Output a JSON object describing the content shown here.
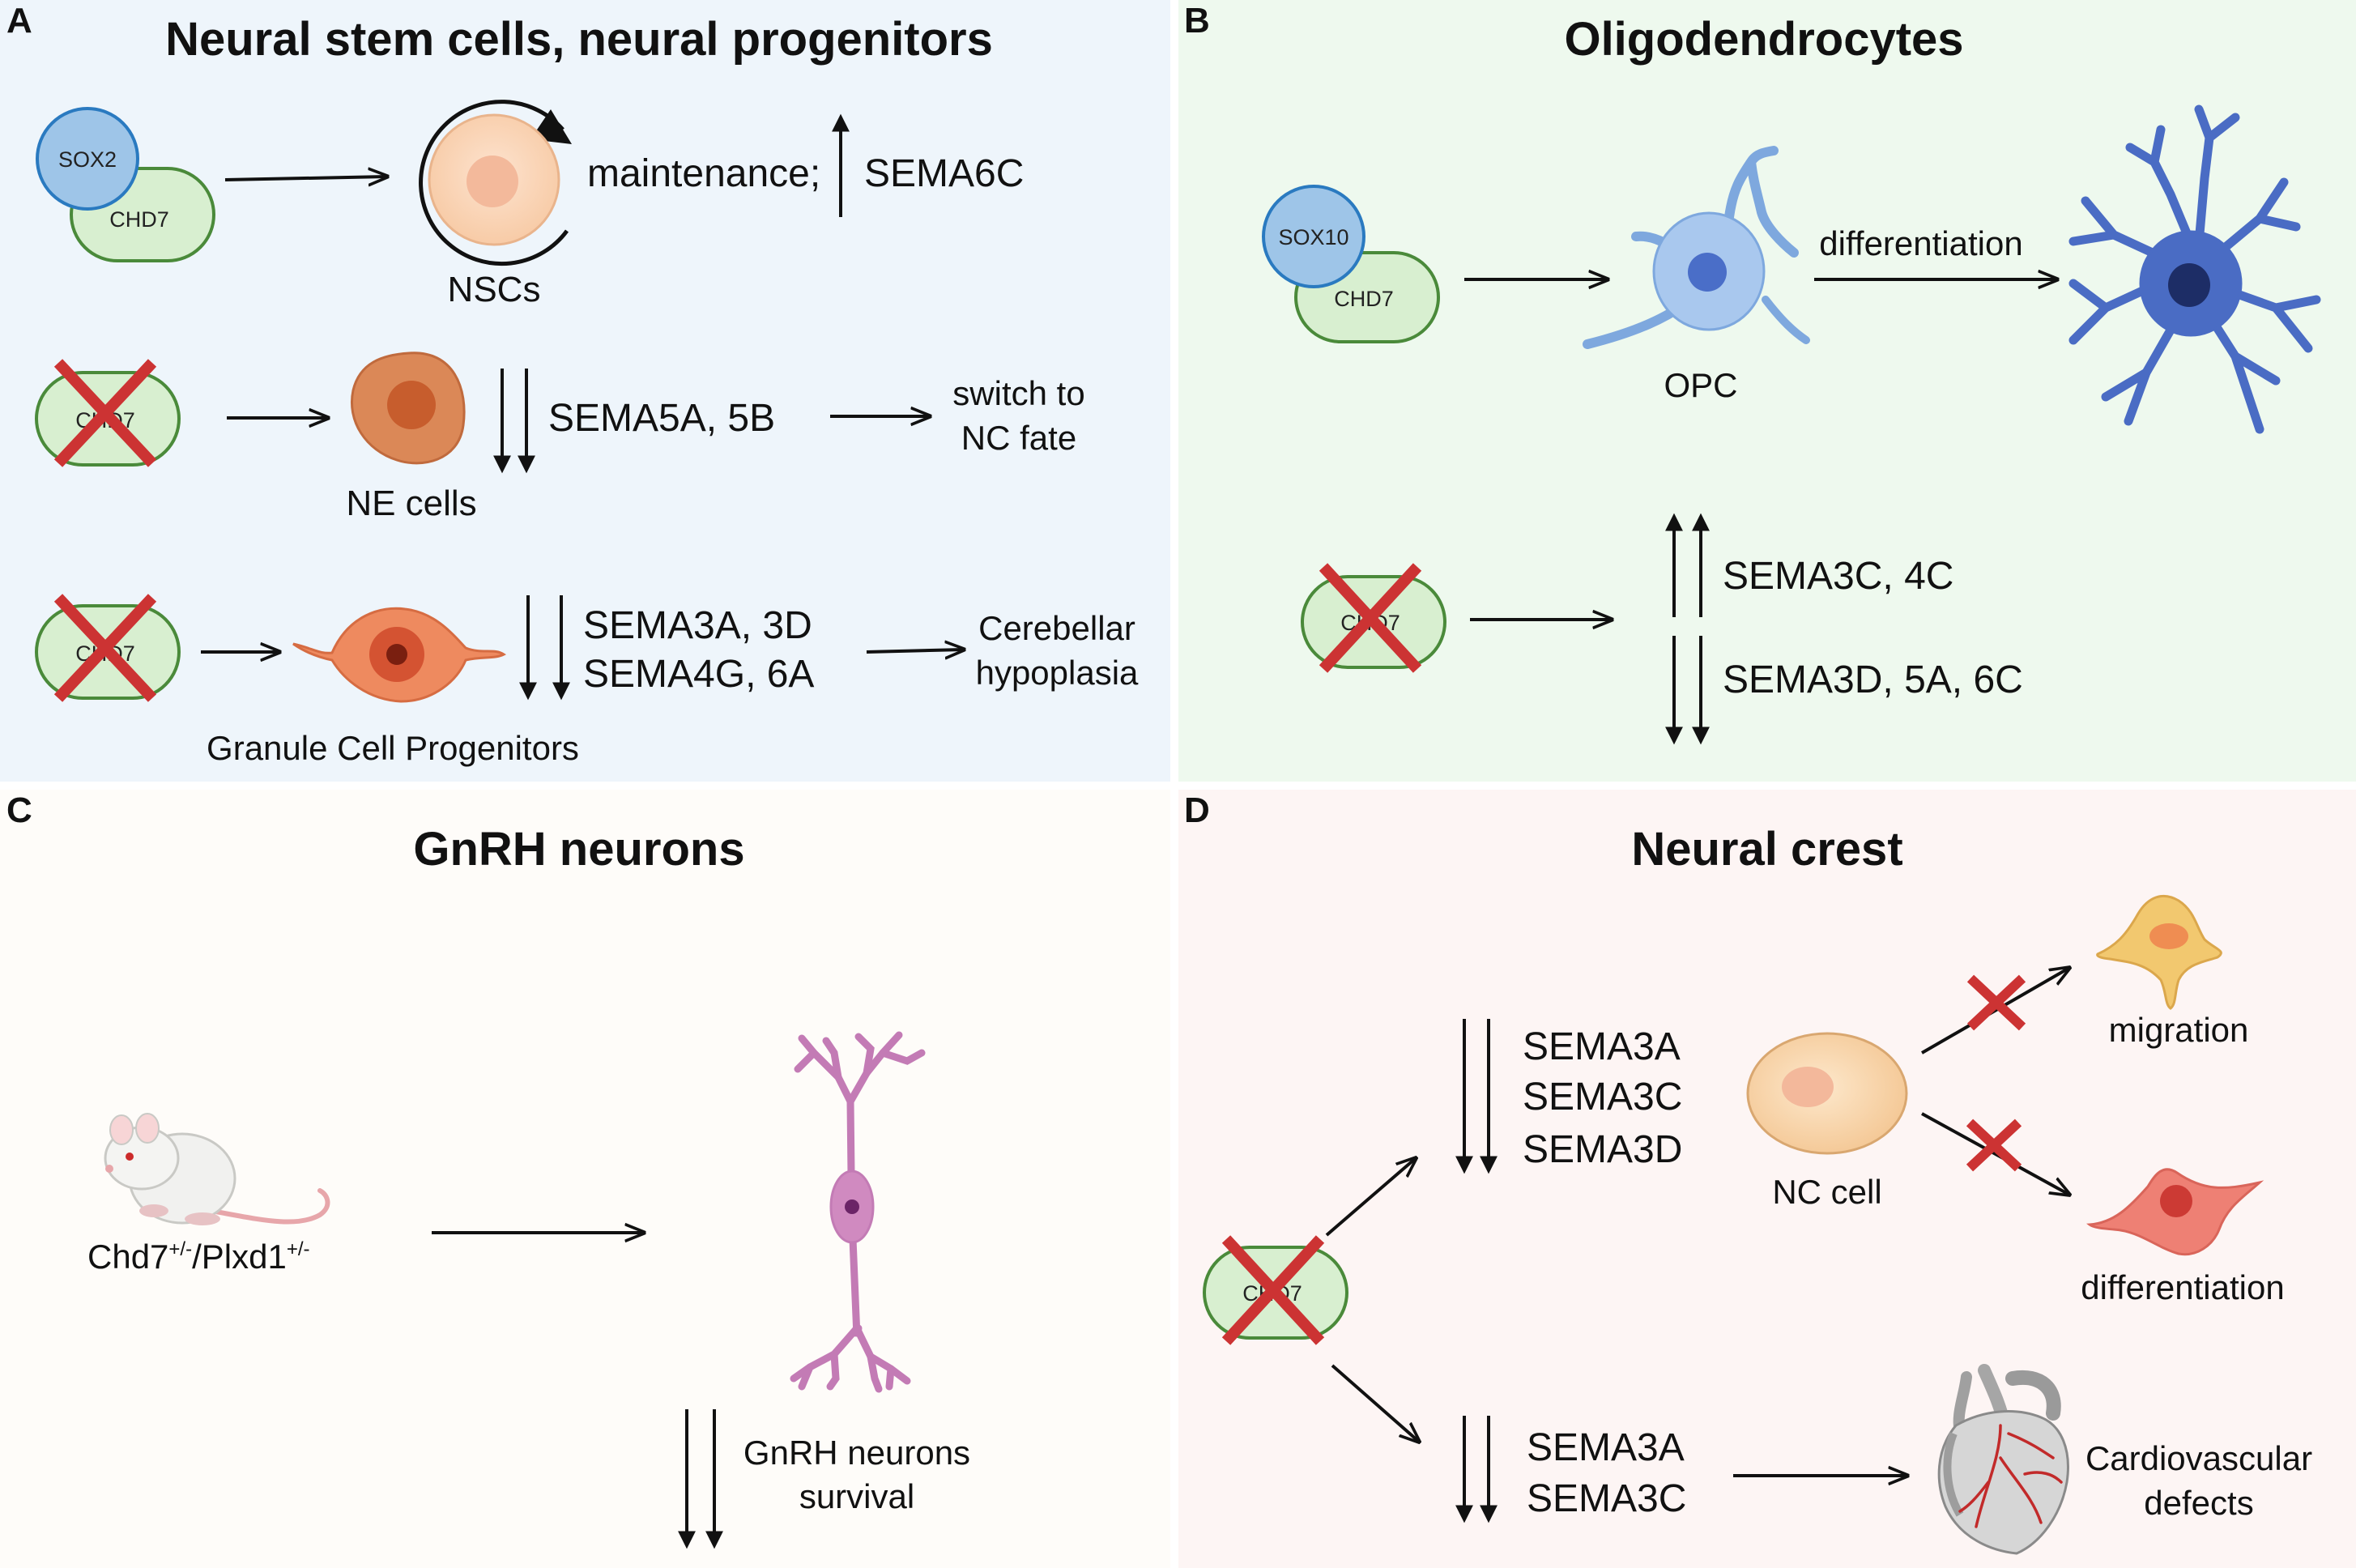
{
  "panels": {
    "a": {
      "letter": "A",
      "title": "Neural stem cells, neural progenitors",
      "sox2": "SOX2",
      "chd7": "CHD7",
      "maintenance": "maintenance;",
      "sema6c": "SEMA6C",
      "nscs": "NSCs",
      "sema5": "SEMA5A, 5B",
      "switch_line1": "switch to",
      "switch_line2": "NC fate",
      "ne_cells": "NE cells",
      "sema3a3d": "SEMA3A, 3D",
      "sema4g6a": "SEMA4G, 6A",
      "cereb_line1": "Cerebellar",
      "cereb_line2": "hypoplasia",
      "gcp": "Granule Cell Progenitors"
    },
    "b": {
      "letter": "B",
      "title": "Oligodendrocytes",
      "sox10": "SOX10",
      "chd7": "CHD7",
      "differentiation": "differentiation",
      "opc": "OPC",
      "sema_up": "SEMA3C, 4C",
      "sema_down": "SEMA3D, 5A, 6C"
    },
    "c": {
      "letter": "C",
      "title": "GnRH neurons",
      "mouse_chd7": "Chd7",
      "mouse_chd7_sup": "+/-",
      "mouse_sep": "/Plxd1",
      "mouse_plxd1_sup": "+/-",
      "survival_line1": "GnRH neurons",
      "survival_line2": "survival"
    },
    "d": {
      "letter": "D",
      "title": "Neural crest",
      "chd7": "CHD7",
      "sema_list": [
        "SEMA3A",
        "SEMA3C",
        "SEMA3D"
      ],
      "nc_cell": "NC cell",
      "migration": "migration",
      "differentiation": "differentiation",
      "sema_list2": [
        "SEMA3A",
        "SEMA3C"
      ],
      "cardio_line1": "Cardiovascular",
      "cardio_line2": "defects"
    }
  },
  "colors": {
    "panel_a_bg": "#eef5fb",
    "panel_b_bg": "#eef9ee",
    "panel_c_bg": "#fefcf9",
    "panel_d_bg": "#fdf5f4",
    "chd7_fill": "#d8efd0",
    "chd7_stroke": "#4a8a3a",
    "sox_fill": "#9ec5e8",
    "sox_stroke": "#2a7ac0",
    "knockout_cross": "#cc3333",
    "opc_cell": "#a9c8ee",
    "oligodendrocyte": "#4a6cc4",
    "gnrh_neuron": "#d08ac0",
    "nc_cell": "#f6d3a8"
  }
}
